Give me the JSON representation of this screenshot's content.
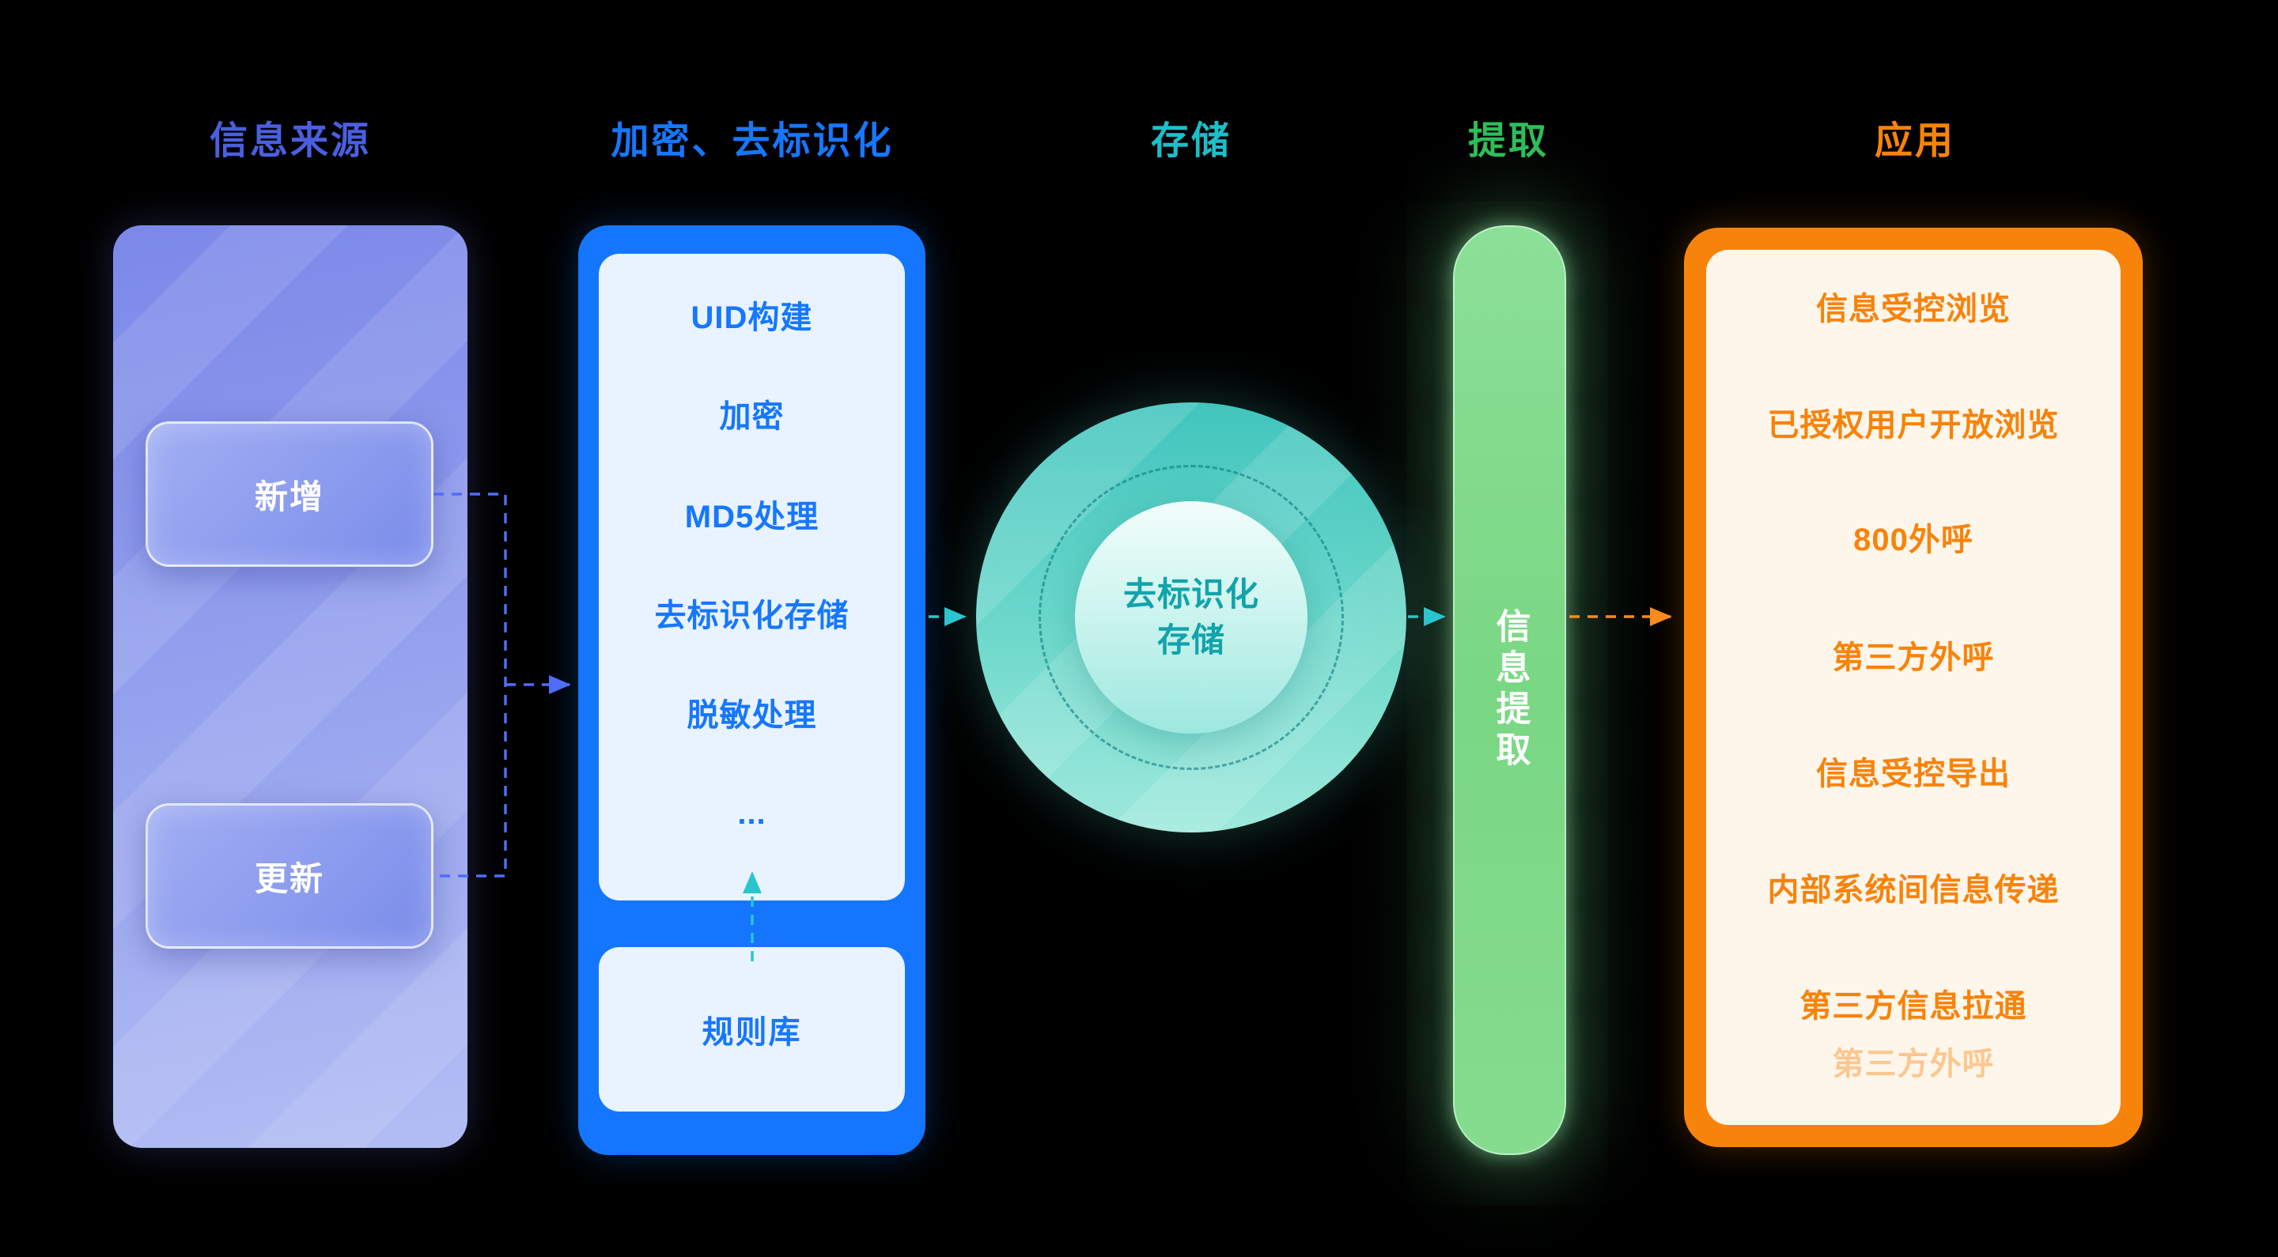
{
  "headers": {
    "source": "信息来源",
    "encrypt": "加密、去标识化",
    "storage": "存储",
    "extract": "提取",
    "application": "应用"
  },
  "source": {
    "items": [
      "新增",
      "更新"
    ]
  },
  "encrypt": {
    "steps": [
      "UID构建",
      "加密",
      "MD5处理",
      "去标识化存储",
      "脱敏处理",
      "..."
    ],
    "rule_library": "规则库"
  },
  "storage": {
    "label_line1": "去标识化",
    "label_line2": "存储"
  },
  "extract": {
    "label": "信息提取"
  },
  "application": {
    "items": [
      "信息受控浏览",
      "已授权用户开放浏览",
      "800外呼",
      "第三方外呼",
      "信息受控导出",
      "内部系统间信息传递",
      "第三方信息拉通",
      "第三方外呼"
    ]
  },
  "colors": {
    "background": "#000000",
    "source_header": "#4A5FE0",
    "source_panel": "#8E9BEE",
    "encrypt_blue": "#1677FF",
    "storage_teal": "#1BBFC9",
    "extract_green": "#2EBD59",
    "application_orange": "#F8830A",
    "arrow_blue": "#4D6EF5",
    "arrow_teal": "#2BC4CE",
    "arrow_orange": "#FB8B1C"
  }
}
